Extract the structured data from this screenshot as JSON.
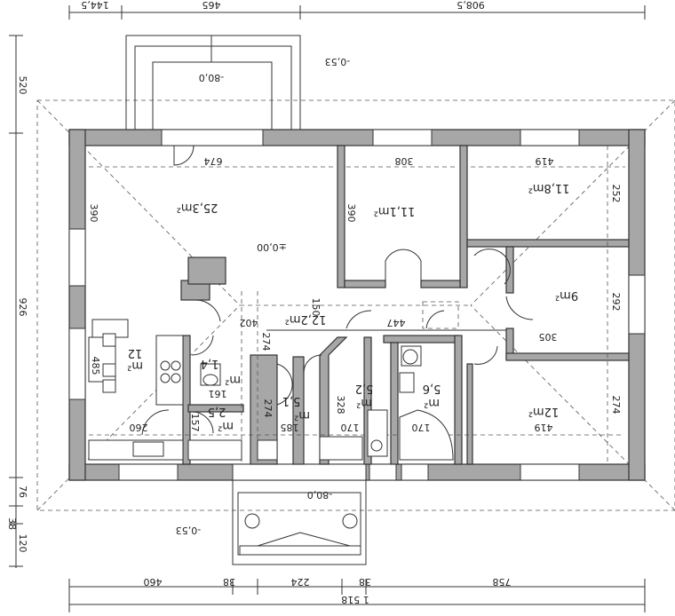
{
  "dimensions": {
    "top": [
      "144,5",
      "465",
      "908,5"
    ],
    "bottom_parts": [
      "460",
      "38",
      "224",
      "38",
      "758"
    ],
    "bottom_total": "1 518",
    "left": [
      "520",
      "926",
      "76",
      "38",
      "120"
    ]
  },
  "levels": {
    "terrace_top": "-80,0",
    "outside_top": "-0,53",
    "main": "±0,00",
    "entry": "-80,0",
    "outside_bottom": "-0,53"
  },
  "rooms": {
    "living": {
      "area": "25,3m²",
      "width": "674",
      "depth": "390"
    },
    "room1": {
      "area": "11,1m²",
      "width": "308",
      "depth": "390"
    },
    "room2": {
      "area": "11,8m²",
      "width": "419",
      "depth": "252"
    },
    "room3": {
      "area": "9m²",
      "width": "305",
      "depth": "292"
    },
    "room4": {
      "area": "12m²",
      "width": "419",
      "depth": "274"
    },
    "hall": {
      "area": "12,2m²",
      "width": "402",
      "depth": "274",
      "extra": "150"
    },
    "kitchen": {
      "area": "12",
      "unit": "m²",
      "width": "260",
      "depth": "485"
    },
    "pantry": {
      "area": "1,4",
      "unit": "m²",
      "width": "161"
    },
    "wc": {
      "area": "2,5",
      "unit": "m²",
      "width": "157"
    },
    "entry": {
      "area": "5,1",
      "unit": "m²",
      "width": "185",
      "depth": "274"
    },
    "utility": {
      "area": "5,2",
      "unit": "m²",
      "width": "170",
      "depth": "328"
    },
    "bath": {
      "area": "5,6",
      "unit": "m²",
      "width": "170",
      "depth": "447"
    }
  }
}
